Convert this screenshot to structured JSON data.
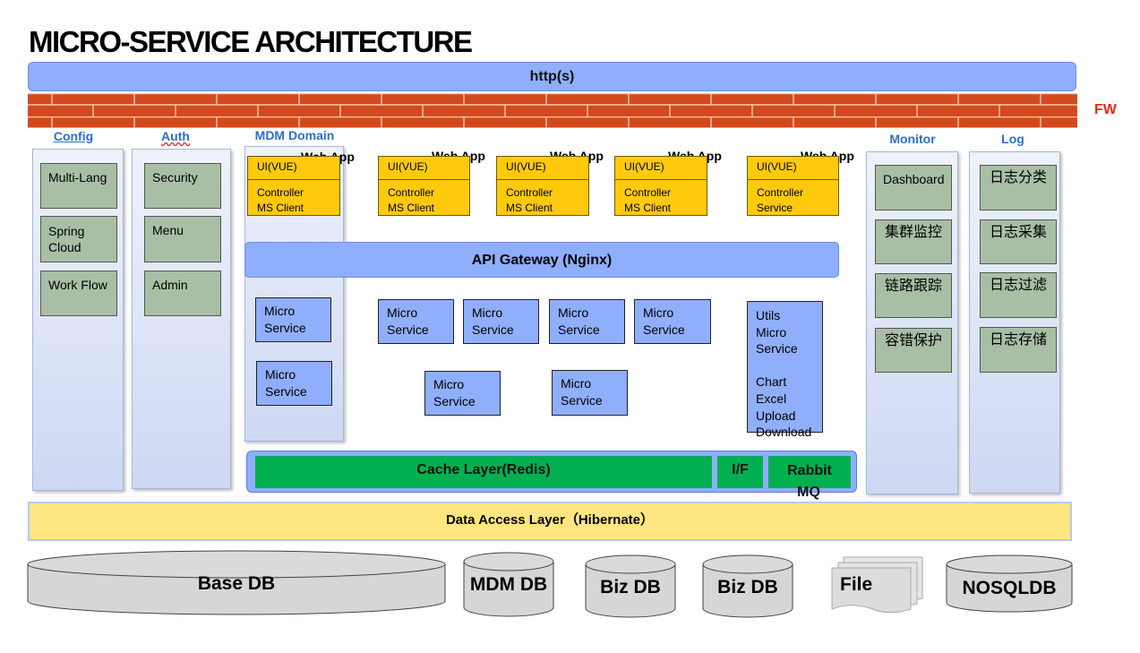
{
  "title": "MICRO-SERVICE ARCHITECTURE",
  "http_label": "http(s)",
  "fw_label": "FW",
  "columns": {
    "config": {
      "title": "Config",
      "items": [
        "Multi-Lang",
        "Spring Cloud",
        "Work Flow"
      ]
    },
    "auth": {
      "title": "Auth",
      "items": [
        "Security",
        "Menu",
        "Admin"
      ]
    },
    "mdm": {
      "title": "MDM Domain"
    },
    "monitor": {
      "title": "Monitor",
      "items": [
        "Dashboard",
        "集群监控",
        "链路跟踪",
        "容错保护"
      ]
    },
    "log": {
      "title": "Log",
      "items": [
        "日志分类",
        "日志采集",
        "日志过滤",
        "日志存储"
      ]
    }
  },
  "web_apps": [
    {
      "label": "Web App",
      "ui": "UI(VUE)",
      "line1": "Controller",
      "line2": "MS Client"
    },
    {
      "label": "Web App",
      "ui": "UI(VUE)",
      "line1": "Controller",
      "line2": "MS Client"
    },
    {
      "label": "Web App",
      "ui": "UI(VUE)",
      "line1": "Controller",
      "line2": "MS Client"
    },
    {
      "label": "Web App",
      "ui": "UI(VUE)",
      "line1": "Controller",
      "line2": "MS Client"
    },
    {
      "label": "Web App",
      "ui": "UI(VUE)",
      "line1": "Controller",
      "line2": "Service"
    }
  ],
  "api_gateway": "API Gateway (Nginx)",
  "micro_service": {
    "line1": "Micro",
    "line2": "Service"
  },
  "utils": {
    "line1": "Utils Micro",
    "line2": "Service",
    "items": [
      "Chart",
      "Excel",
      "Upload",
      "Download"
    ]
  },
  "cache_layer": "Cache Layer(Redis)",
  "if_label": "I/F",
  "rabbit": {
    "line1": "Rabbit",
    "line2": "MQ"
  },
  "data_access": "Data Access Layer（Hibernate）",
  "databases": [
    "Base DB",
    "MDM DB",
    "Biz DB",
    "Biz DB",
    "NOSQLDB"
  ],
  "file_label": "File"
}
